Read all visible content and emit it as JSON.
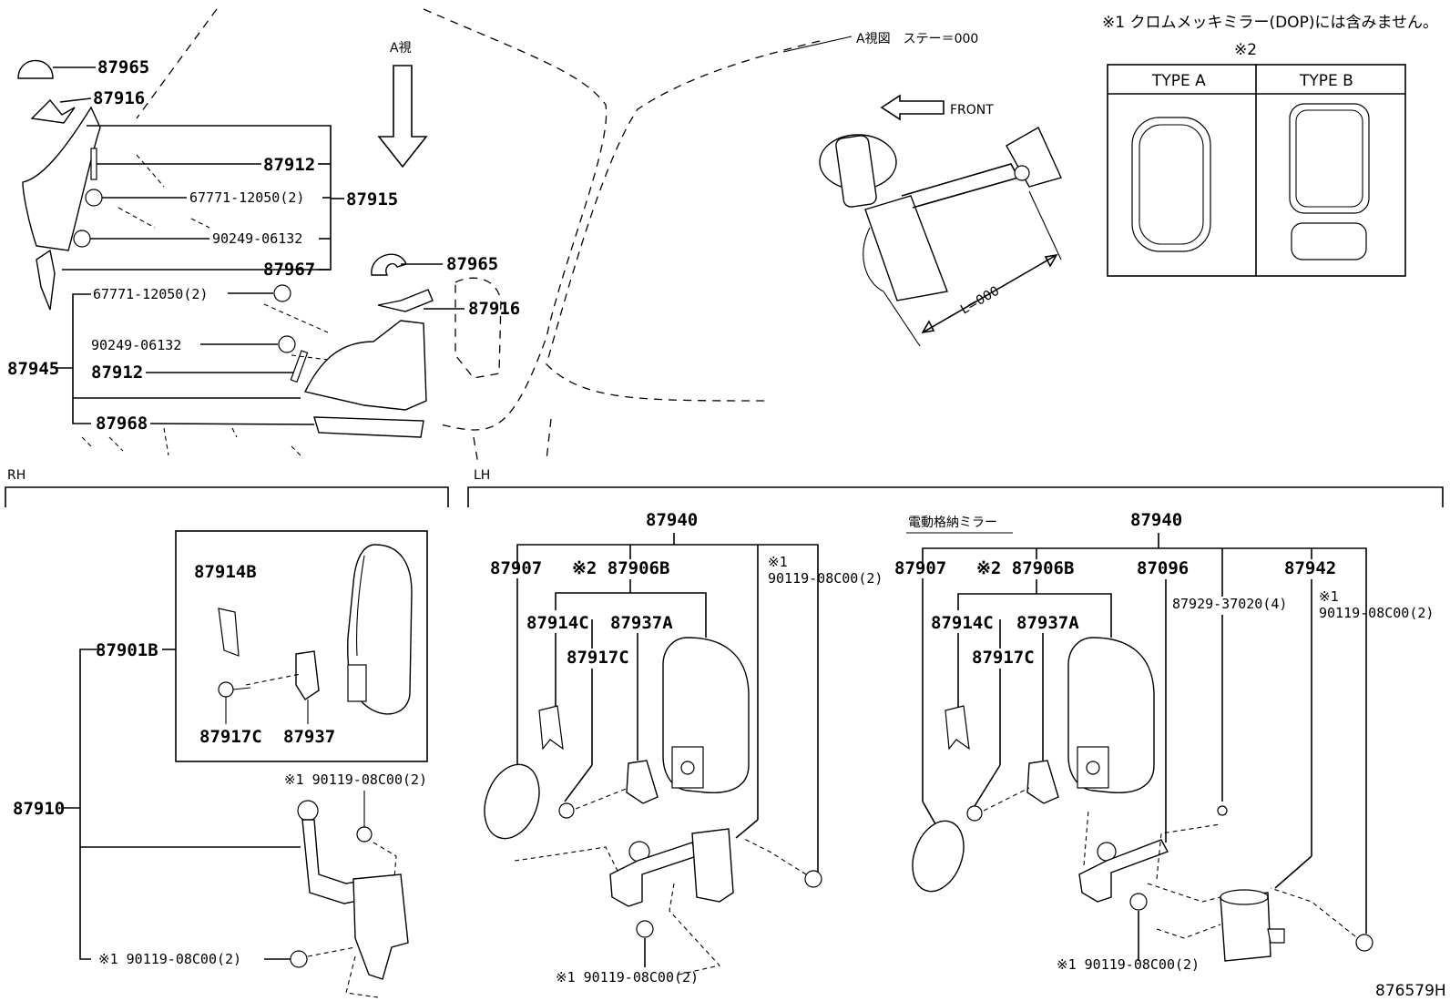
{
  "note": {
    "chrome": "※1 クロムメッキミラー(DOP)には含みません。",
    "type_ref": "※2",
    "type_a": "TYPE A",
    "type_b": "TYPE B"
  },
  "view": {
    "a_arrow": "A視",
    "a_view": "A視図　ステー＝000",
    "front": "FRONT",
    "length": "L=000"
  },
  "sections": {
    "rh": "RH",
    "lh": "LH",
    "power_fold": "電動格納ミラー"
  },
  "diagram_id": "876579H",
  "top_parts": {
    "p87965a": "87965",
    "p87916a": "87916",
    "p87912a": "87912",
    "p67771a": "67771-12050(2)",
    "p87915": "87915",
    "p90249a": "90249-06132",
    "p87967": "87967",
    "p87965b": "87965",
    "p87916b": "87916",
    "p67771b": "67771-12050(2)",
    "p90249b": "90249-06132",
    "p87945": "87945",
    "p87912b": "87912",
    "p87968": "87968"
  },
  "rh_parts": {
    "p87910": "87910",
    "p87901b": "87901B",
    "p87914b": "87914B",
    "p87917c": "87917C",
    "p87937": "87937",
    "bolt_top": "※1 90119-08C00(2)",
    "bolt_bottom": "※1 90119-08C00(2)"
  },
  "lh_parts": {
    "p87940": "87940",
    "p87907": "87907",
    "p87906b": "※2 87906B",
    "bolt_note": "※1",
    "bolt_right": "90119-08C00(2)",
    "p87914c": "87914C",
    "p87937a": "87937A",
    "p87917c": "87917C",
    "bolt_bottom": "※1 90119-08C00(2)"
  },
  "lh_power_parts": {
    "p87940": "87940",
    "p87907": "87907",
    "p87906b": "※2 87906B",
    "p87096": "87096",
    "p87942": "87942",
    "p87929": "87929-37020(4)",
    "bolt_note": "※1",
    "bolt_right": "90119-08C00(2)",
    "p87914c": "87914C",
    "p87937a": "87937A",
    "p87917c": "87917C",
    "bolt_bottom": "※1 90119-08C00(2)"
  }
}
